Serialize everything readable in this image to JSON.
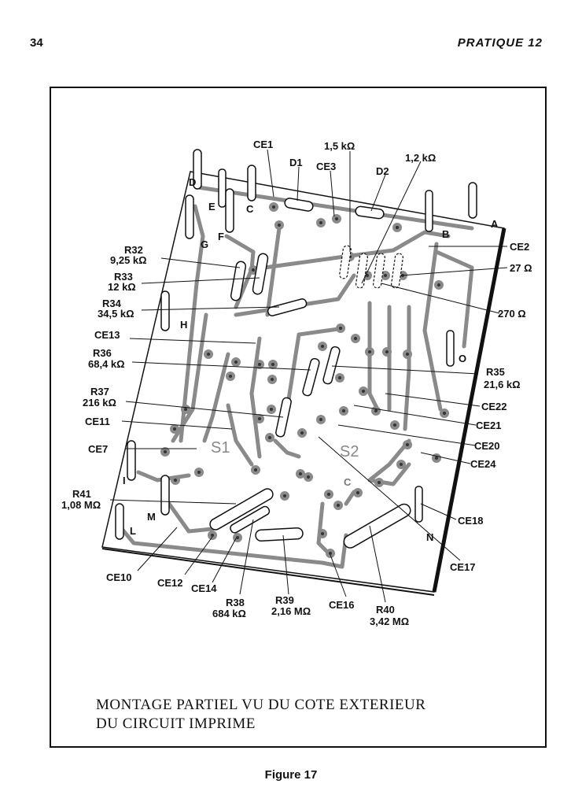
{
  "header": {
    "page_number": "34",
    "running_title": "PRATIQUE 12"
  },
  "caption": {
    "line1": "MONTAGE PARTIEL VU DU COTE EXTERIEUR",
    "line2": "DU CIRCUIT IMPRIME"
  },
  "figure_label": "Figure 17",
  "labels": [
    "CE1",
    "1,5 kΩ",
    "D1",
    "CE3",
    "D2",
    "1,2 kΩ",
    "A",
    "B",
    "CE2",
    "27 Ω",
    "270 Ω",
    "R32",
    "9,25 kΩ",
    "R33",
    "12 kΩ",
    "R34",
    "34,5 kΩ",
    "CE13",
    "R36",
    "68,4 kΩ",
    "D",
    "E",
    "C",
    "F",
    "G",
    "H",
    "O",
    "R35",
    "21,6 kΩ",
    "CE22",
    "R37",
    "216 kΩ",
    "CE11",
    "CE21",
    "CE20",
    "CE7",
    "S1",
    "S2",
    "CE24",
    "C",
    "I",
    "R41",
    "1,08 MΩ",
    "M",
    "L",
    "CE18",
    "N",
    "CE17",
    "CE10",
    "CE12",
    "CE14",
    "R38",
    "684 kΩ",
    "R39",
    "2,16 MΩ",
    "CE16",
    "R40",
    "3,42 MΩ"
  ]
}
